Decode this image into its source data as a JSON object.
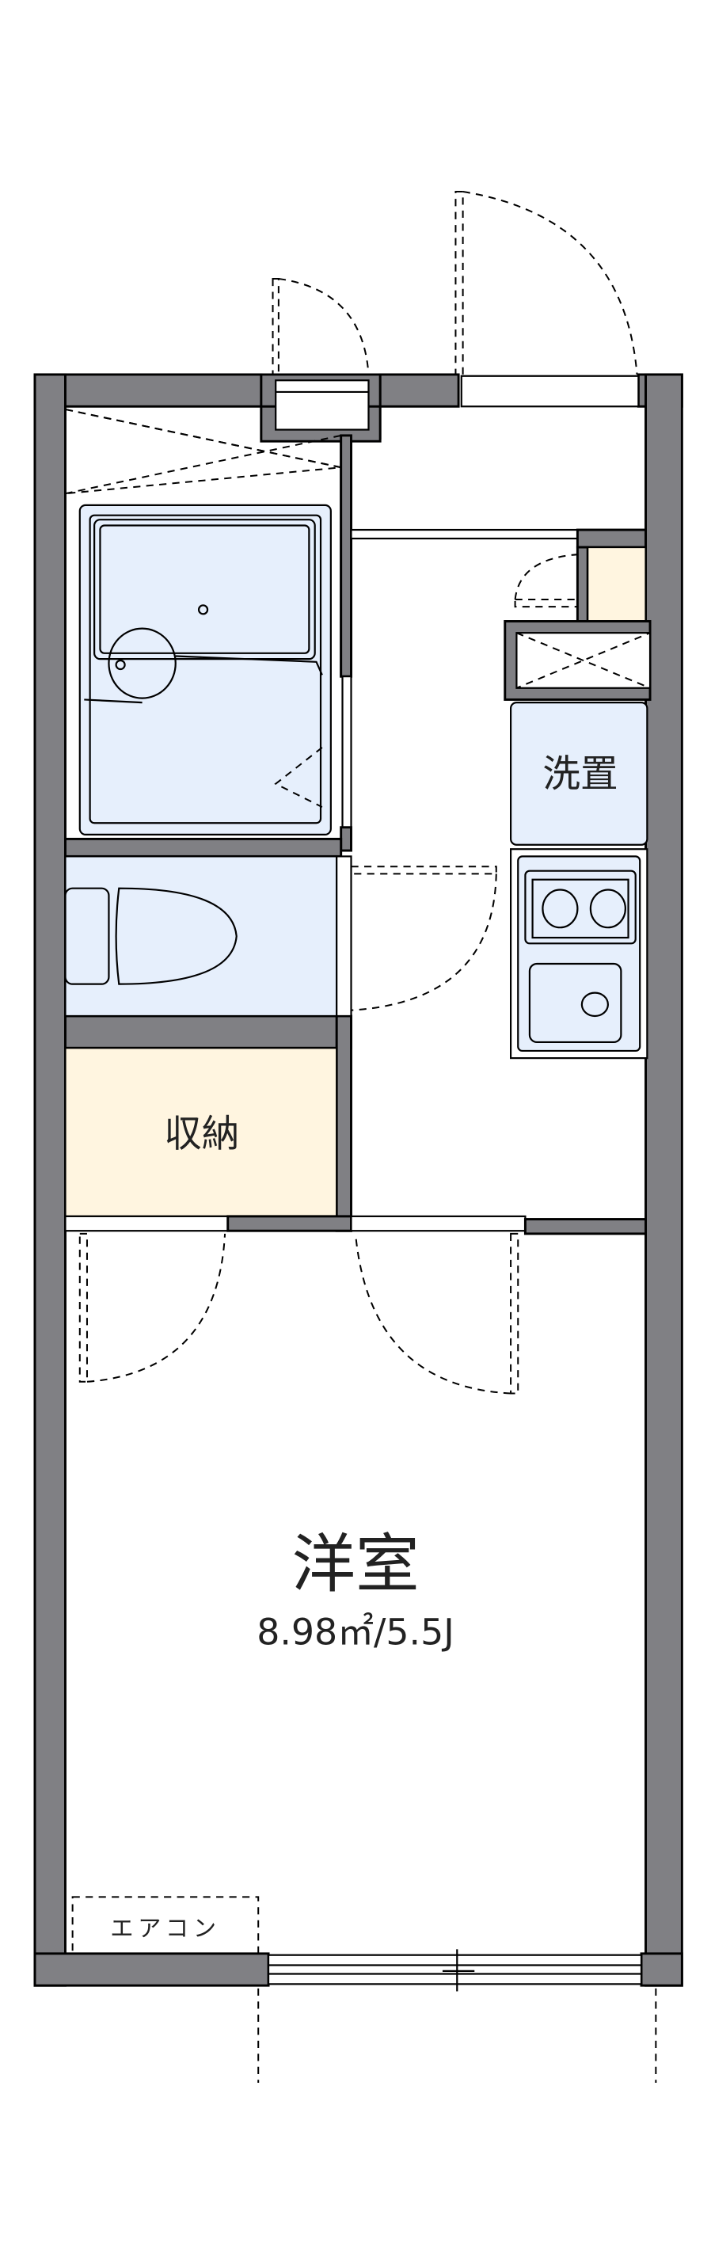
{
  "floorplan": {
    "rooms": {
      "western_room": {
        "label": "洋室",
        "area": "8.98㎡/5.5J"
      },
      "storage": {
        "label": "収納"
      },
      "washer": {
        "label": "洗置"
      },
      "aircon": {
        "label": "エアコン"
      }
    },
    "colors": {
      "wall": "#808084",
      "wet_area": "#e6effc",
      "storage": "#fff5e0"
    }
  }
}
